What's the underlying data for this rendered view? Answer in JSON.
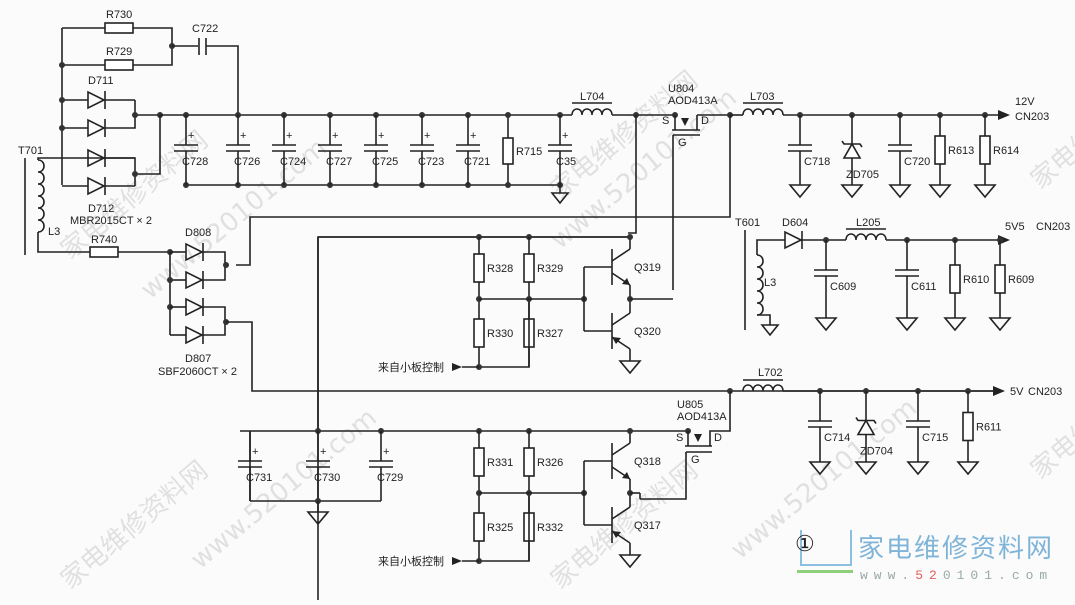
{
  "title": "Power supply secondary rectification and standby switching circuit",
  "figure_number": "①",
  "transformers": [
    {
      "ref": "T701",
      "winding": "L3"
    },
    {
      "ref": "T601",
      "winding": "L3"
    }
  ],
  "diodes": [
    {
      "ref": "D711"
    },
    {
      "ref": "D712"
    },
    {
      "ref": "D808"
    },
    {
      "ref": "D807"
    },
    {
      "ref": "D604"
    }
  ],
  "diode_part_notes": {
    "d711_d712": "MBR2015CT × 2",
    "d808_d807": "SBF2060CT × 2"
  },
  "zeners": [
    {
      "ref": "ZD705"
    },
    {
      "ref": "ZD704"
    }
  ],
  "resistors": {
    "top": [
      "R730",
      "R729",
      "R740",
      "R715"
    ],
    "out12v": [
      "R613",
      "R614"
    ],
    "out5v5": [
      "R610",
      "R609"
    ],
    "out5v": [
      "R611"
    ],
    "ctrl1": [
      "R328",
      "R329",
      "R330",
      "R327"
    ],
    "ctrl2": [
      "R331",
      "R326",
      "R325",
      "R332"
    ]
  },
  "capacitors": {
    "snubber": "C722",
    "bank12v": [
      "C728",
      "C726",
      "C724",
      "C727",
      "C725",
      "C723",
      "C721",
      "C35"
    ],
    "out12v": [
      "C718",
      "C720"
    ],
    "out5v5": [
      "C609",
      "C611"
    ],
    "bank5v": [
      "C731",
      "C730",
      "C729"
    ],
    "out5v": [
      "C714",
      "C715"
    ]
  },
  "inductors": [
    "L704",
    "L703",
    "L205",
    "L702"
  ],
  "mosfets": [
    {
      "ref": "U804",
      "part": "AOD413A",
      "pins": [
        "S",
        "D",
        "G"
      ]
    },
    {
      "ref": "U805",
      "part": "AOD413A",
      "pins": [
        "S",
        "D",
        "G"
      ]
    }
  ],
  "transistors": [
    "Q319",
    "Q320",
    "Q318",
    "Q317"
  ],
  "outputs": [
    {
      "voltage": "12V",
      "connector": "CN203"
    },
    {
      "voltage": "5V5",
      "connector": "CN203"
    },
    {
      "voltage": "5V",
      "connector": "CN203"
    }
  ],
  "control_input_label": "来自小板控制",
  "watermark": {
    "cn": "家电维修资料网",
    "url_prefix": "www.",
    "url_highlight": "52",
    "url_rest": "0101.com",
    "url_full": "www.520101.com"
  }
}
